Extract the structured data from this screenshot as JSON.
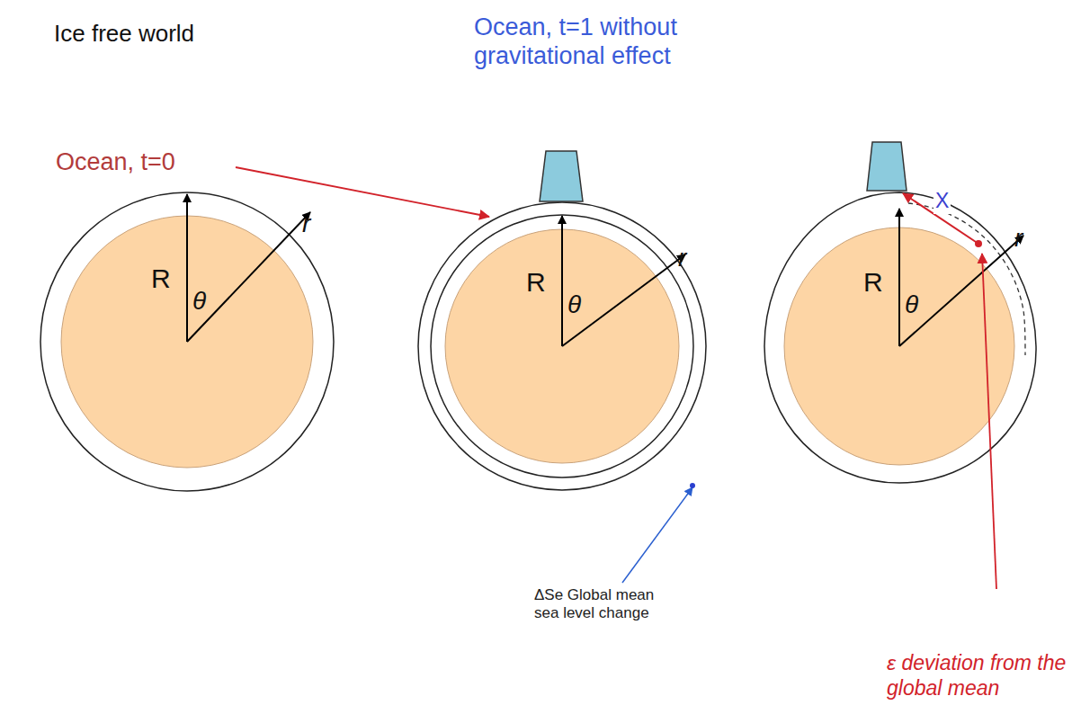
{
  "diagram": {
    "labels": [
      "Ice free world",
      "Ocean, t=1 without gravitational effect",
      "Ocean, t=0",
      "R",
      "θ",
      "r",
      "R",
      "θ",
      "r",
      "R",
      "θ",
      "r",
      "X",
      "ΔSe Global mean sea level change",
      "ε deviation from the global mean"
    ]
  }
}
